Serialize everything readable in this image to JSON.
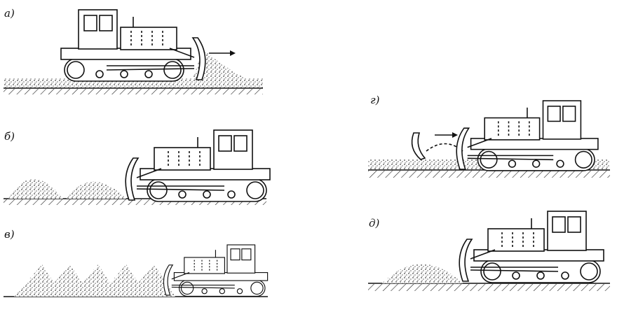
{
  "panels": [
    {
      "id": "a",
      "label": "а)"
    },
    {
      "id": "b",
      "label": "б)"
    },
    {
      "id": "v",
      "label": "в)"
    },
    {
      "id": "g",
      "label": "г)"
    },
    {
      "id": "d",
      "label": "д)"
    }
  ],
  "colors": {
    "ink": "#111111",
    "soil": "#555555",
    "paper": "#ffffff"
  }
}
